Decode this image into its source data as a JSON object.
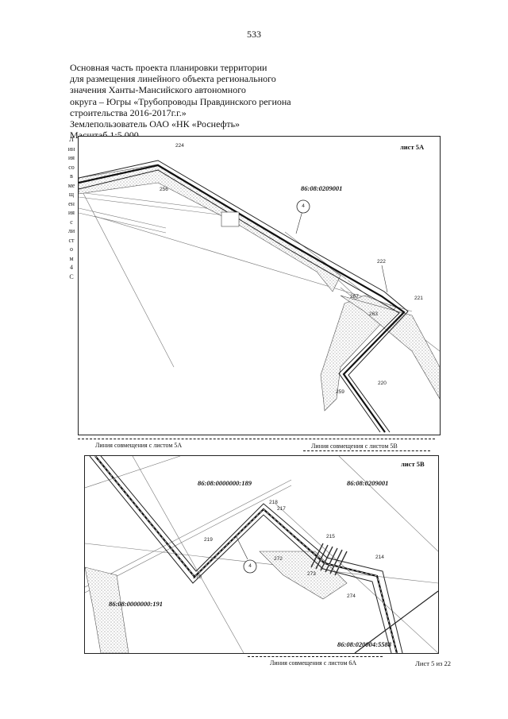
{
  "page_number": "533",
  "title_lines": [
    "Основная часть проекта планировки территории",
    "для размещения линейного объекта регионального",
    "значения Ханты-Мансийского автономного",
    "округа – Югры «Трубопроводы Правдинского региона",
    "строительства 2016-2017г.г.»",
    "Землепользователь ОАО «НК «Роснефть»",
    "Масштаб 1:5 000"
  ],
  "side_text": [
    "Л",
    "ин",
    "ия",
    "со",
    "в",
    "ме",
    "щ",
    "ен",
    "ия",
    "с",
    "ли",
    "ст",
    "о",
    "м",
    "4",
    "С"
  ],
  "map_5a": {
    "sheet_label": "лист 5А",
    "cadastral": "86:08:0209001",
    "pipeline_marker": "4",
    "points": [
      "224",
      "256",
      "222",
      "221",
      "267",
      "263",
      "220",
      "259"
    ]
  },
  "map_5b": {
    "sheet_label": "лист 5В",
    "cadastral_1": "86:08:0000000:189",
    "cadastral_2": "86:08:0209001",
    "cadastral_3": "86:08:0000000:191",
    "cadastral_4": "86:08:020004:5588",
    "pipeline_marker": "4",
    "points": [
      "218",
      "217",
      "219",
      "215",
      "214",
      "272",
      "273",
      "270",
      "274"
    ]
  },
  "junctions": {
    "with_5a": "Линия совмещения с листом 5А",
    "with_5b": "Линия совмещения с листом 5В",
    "with_6a": "Линия совмещения с листом 6А"
  },
  "sheet_counter": "Лист 5 из 22"
}
